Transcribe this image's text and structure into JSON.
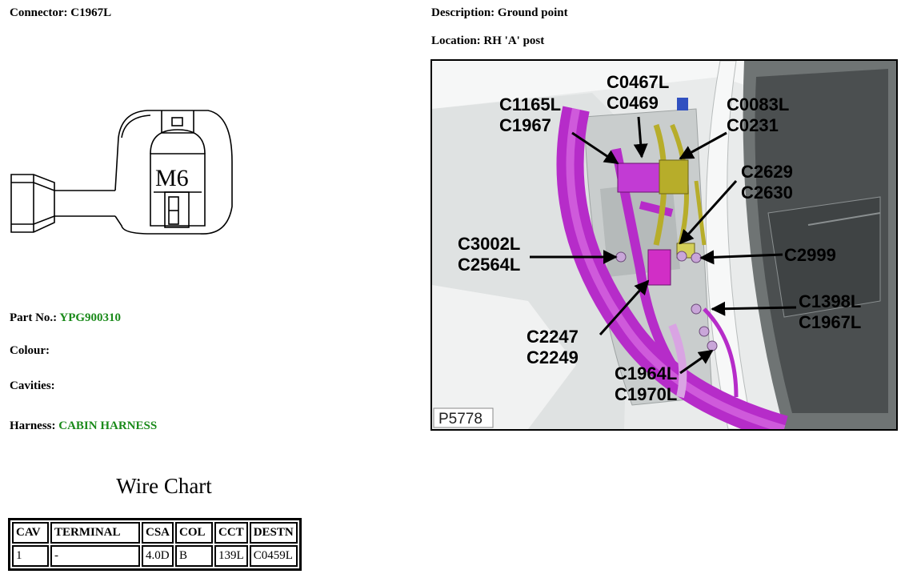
{
  "connector": {
    "label": "Connector:",
    "value": "C1967L"
  },
  "description": {
    "label": "Description:",
    "value": "Ground point"
  },
  "location": {
    "label": "Location:",
    "value": "RH 'A' post"
  },
  "drawing": {
    "stud_text": "M6"
  },
  "part_no": {
    "label": "Part No.:",
    "value": "YPG900310"
  },
  "colour": {
    "label": "Colour:",
    "value": ""
  },
  "cavities": {
    "label": "Cavities:",
    "value": ""
  },
  "harness": {
    "label": "Harness:",
    "value": "CABIN HARNESS"
  },
  "wire_chart": {
    "title": "Wire Chart",
    "headers": [
      "CAV",
      "TERMINAL",
      "CSA",
      "COL",
      "CCT",
      "DESTN"
    ],
    "rows": [
      [
        "1",
        "-",
        "4.0D",
        "B",
        "139L",
        "C0459L"
      ]
    ]
  },
  "photo": {
    "ref": "P5778",
    "callouts": {
      "c1165l": [
        "C1165L",
        "C1967"
      ],
      "c0467l": [
        "C0467L",
        "C0469"
      ],
      "c0083l": [
        "C0083L",
        "C0231"
      ],
      "c2629": [
        "C2629",
        "C2630"
      ],
      "c3002l": [
        "C3002L",
        "C2564L"
      ],
      "c2999": [
        "C2999"
      ],
      "c1398l": [
        "C1398L",
        "C1967L"
      ],
      "c2247": [
        "C2247",
        "C2249"
      ],
      "c1964l": [
        "C1964L",
        "C1970L"
      ]
    }
  },
  "colors": {
    "green_text": "#1a8a1a",
    "harness": "#c23bd4",
    "connector_yellow": "#b7ad2a"
  }
}
